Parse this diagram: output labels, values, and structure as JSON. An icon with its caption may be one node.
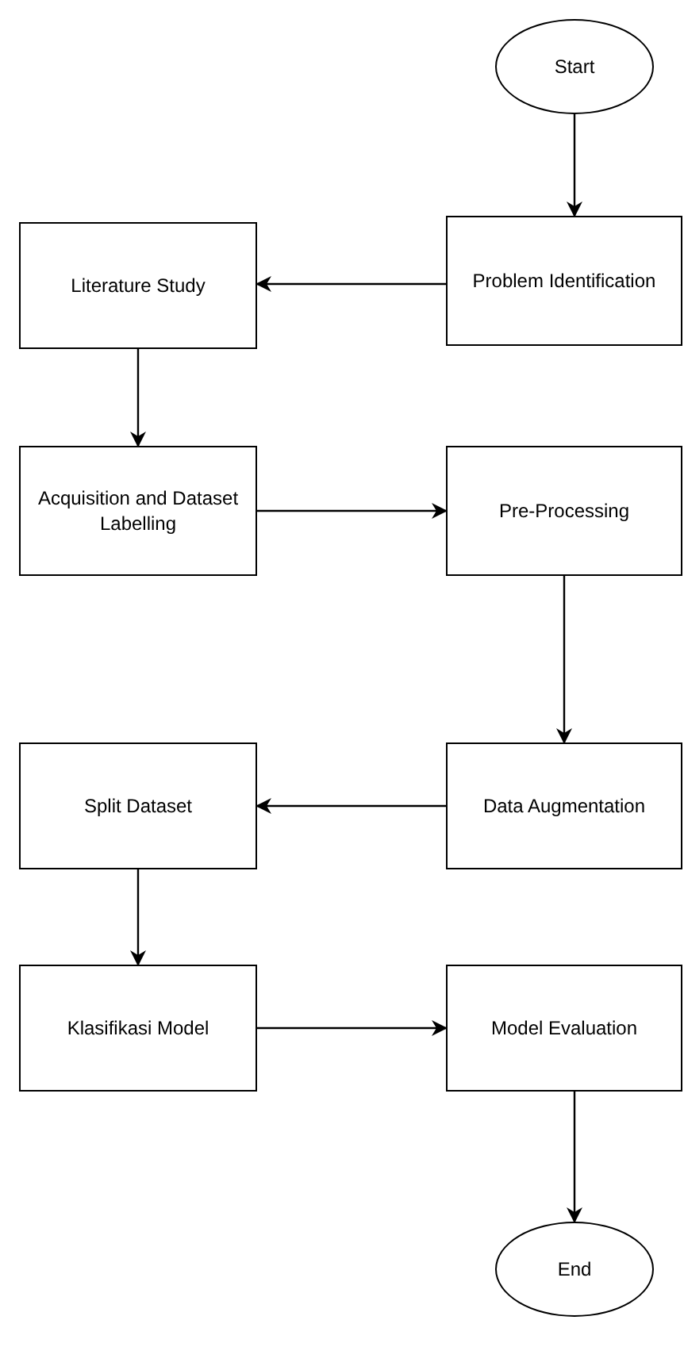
{
  "diagram": {
    "nodes": [
      {
        "text": [
          "Start"
        ]
      },
      {
        "text": [
          "Problem Identification"
        ]
      },
      {
        "text": [
          "Literature Study"
        ]
      },
      {
        "text": [
          "Acquisition and Dataset Labelling"
        ]
      },
      {
        "text": [
          "Pre-Processing"
        ]
      },
      {
        "text": [
          "Data Augmentation"
        ]
      },
      {
        "text": [
          "Split Dataset"
        ]
      },
      {
        "text": [
          "Klasifikasi Model"
        ]
      },
      {
        "text": [
          "Model Evaluation"
        ]
      },
      {
        "text": [
          "End"
        ]
      }
    ],
    "edges": [
      {
        "from": 0,
        "to": 1,
        "arrow": "to"
      },
      {
        "from": 1,
        "to": 2,
        "arrow": "to"
      },
      {
        "from": 2,
        "to": 3,
        "arrow": "to"
      },
      {
        "from": 3,
        "to": 4,
        "arrow": "to"
      },
      {
        "from": 4,
        "to": 5,
        "arrow": "to"
      },
      {
        "from": 5,
        "to": 6,
        "arrow": "to"
      },
      {
        "from": 6,
        "to": 7,
        "arrow": "to"
      },
      {
        "from": 7,
        "to": 8,
        "arrow": "to"
      },
      {
        "from": 8,
        "to": 9,
        "arrow": "to"
      }
    ]
  }
}
